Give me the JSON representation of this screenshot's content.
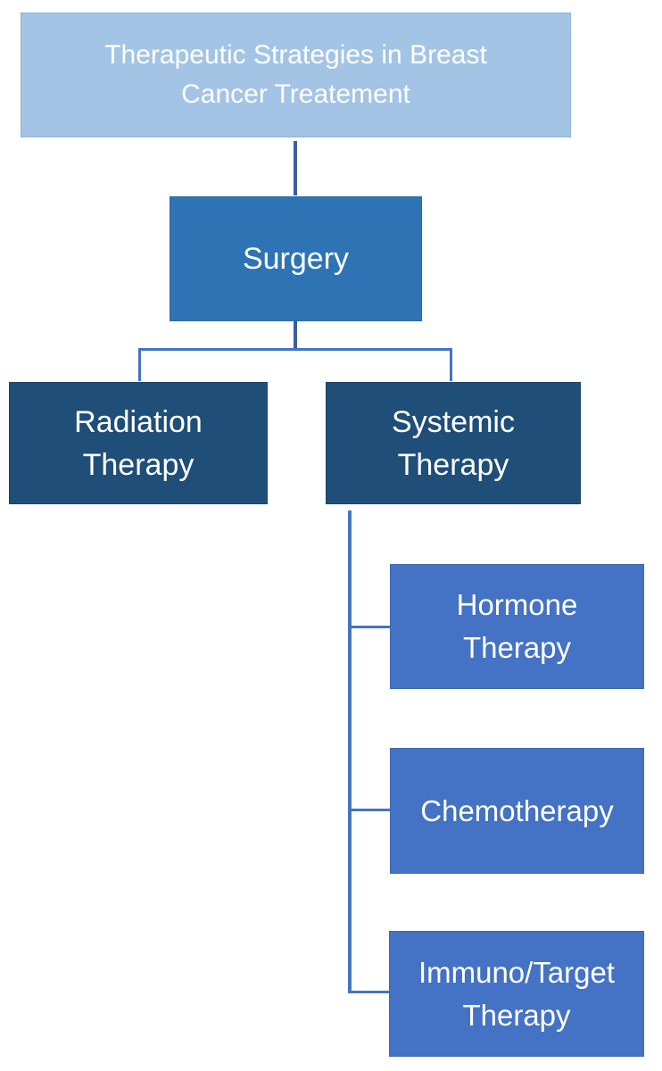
{
  "diagram": {
    "nodes": {
      "root": {
        "line1": "Therapeutic Strategies in Breast",
        "line2": "Cancer Treatement"
      },
      "surgery": {
        "line1": "Surgery"
      },
      "radiation": {
        "line1": "Radiation",
        "line2": "Therapy"
      },
      "systemic": {
        "line1": "Systemic",
        "line2": "Therapy"
      },
      "hormone": {
        "line1": "Hormone",
        "line2": "Therapy"
      },
      "chemotherapy": {
        "line1": "Chemotherapy"
      },
      "immuno_target": {
        "line1": "Immuno/Target",
        "line2": "Therapy"
      }
    },
    "colors": {
      "root_fill": "#a3c4e5",
      "root_border": "#8fb4d9",
      "surgery_fill": "#2e74b5",
      "surgery_border": "#2a6aa8",
      "secondary_fill": "#1f4e79",
      "secondary_border": "#1a4269",
      "tertiary_fill": "#4472c4",
      "tertiary_border": "#3c66b0",
      "connector": "#4573c4",
      "connector_dark": "#3a5fa0",
      "text": "#ffffff"
    }
  }
}
